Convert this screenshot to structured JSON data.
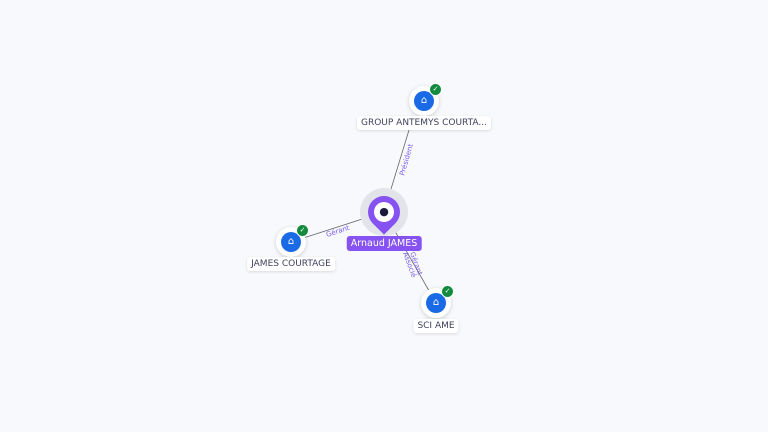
{
  "center": {
    "name": "Arnaud JAMES",
    "icon": "person-icon",
    "color": "#8653f2"
  },
  "nodes": [
    {
      "name": "GROUP ANTEMYS COURTA...",
      "icon": "building-icon",
      "verified": true
    },
    {
      "name": "JAMES COURTAGE",
      "icon": "building-icon",
      "verified": true
    },
    {
      "name": "SCI AME",
      "icon": "building-icon",
      "verified": true
    }
  ],
  "edges": [
    {
      "label": "Président"
    },
    {
      "label": "Gérant"
    },
    {
      "label": "Gérant"
    },
    {
      "label": "Associé"
    }
  ],
  "colors": {
    "company": "#1a6ae6",
    "verified": "#138a3e",
    "edge_label": "#7a5ce6"
  }
}
